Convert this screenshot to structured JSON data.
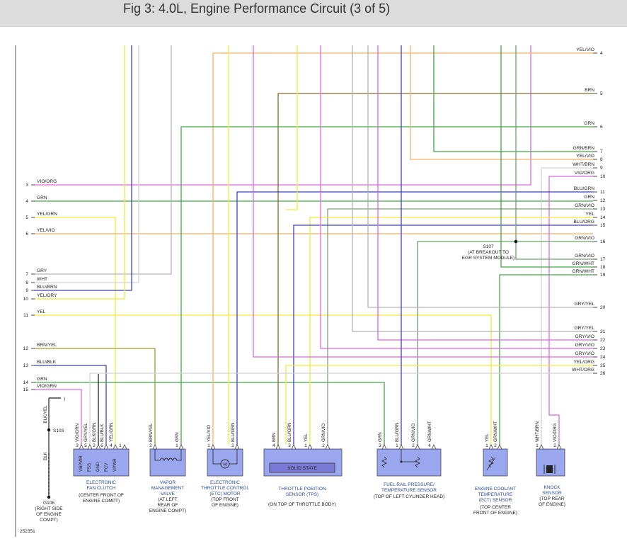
{
  "title": "Fig 3: 4.0L, Engine Performance Circuit (3 of 5)",
  "figure_id": "252351",
  "colors": {
    "VIO": "#e066e0",
    "GRY": "#b3b3b3",
    "WHT": "#d2d2d2",
    "BLU": "#3f3fc4",
    "YEL": "#f0ec3c",
    "ORG": "#f8b060",
    "BRN": "#8a6a2e",
    "GRN": "#42a742",
    "BLK": "#222222",
    "block": "#9aa6ee",
    "solid": "#7a7ad6"
  },
  "left_wires": [
    {
      "n": "3",
      "label": "VIO/ORG"
    },
    {
      "n": "4",
      "label": "GRN"
    },
    {
      "n": "5",
      "label": "YEL/GRN"
    },
    {
      "n": "6",
      "label": "YEL/VIO"
    },
    {
      "n": "7",
      "label": "GRY"
    },
    {
      "n": "8",
      "label": "WHT"
    },
    {
      "n": "9",
      "label": "BLU/BRN"
    },
    {
      "n": "10",
      "label": "YEL/GRY"
    },
    {
      "n": "11",
      "label": "YEL"
    },
    {
      "n": "12",
      "label": "BRN/YEL"
    },
    {
      "n": "13",
      "label": "BLU/BLK"
    },
    {
      "n": "14",
      "label": "GRN"
    },
    {
      "n": "15",
      "label": "VIO/GRN"
    }
  ],
  "right_wires": [
    {
      "n": "4",
      "label": "YEL/VIO"
    },
    {
      "n": "5",
      "label": "BRN"
    },
    {
      "n": "6",
      "label": "GRN"
    },
    {
      "n": "7",
      "label": "GRN/BRN"
    },
    {
      "n": "8",
      "label": "YEL/VIO"
    },
    {
      "n": "9",
      "label": "WHT/BRN"
    },
    {
      "n": "10",
      "label": "VIO/ORG"
    },
    {
      "n": "11",
      "label": "BLU/GRN"
    },
    {
      "n": "12",
      "label": "GRN"
    },
    {
      "n": "13",
      "label": "GRN/VIO"
    },
    {
      "n": "14",
      "label": "YEL"
    },
    {
      "n": "15",
      "label": "BLU/ORG"
    },
    {
      "n": "16",
      "label": "GRN/VIO"
    },
    {
      "n": "17",
      "label": "GRN/VIO"
    },
    {
      "n": "18",
      "label": "GRN/WHT"
    },
    {
      "n": "19",
      "label": "GRN/WHT"
    },
    {
      "n": "20",
      "label": "GRY/YEL"
    },
    {
      "n": "21",
      "label": "GRY/YEL"
    },
    {
      "n": "22",
      "label": "GRY/VIO"
    },
    {
      "n": "23",
      "label": "GRY/VIO"
    },
    {
      "n": "24",
      "label": "GRY/VIO"
    },
    {
      "n": "25",
      "label": "YEL/ORG"
    },
    {
      "n": "26",
      "label": "WHT/ORG"
    }
  ],
  "splices": {
    "s107": [
      "S107",
      "(AT BREAKOUT TO",
      "EGR SYSTEM MODULE)"
    ],
    "s103": "S103",
    "g106": [
      "G106",
      "(RIGHT SIDE",
      "OF ENGINE",
      "COMPT)"
    ],
    "blk": "BLK",
    "blk_yel": "BLK/YEL"
  },
  "fan": {
    "caption": [
      "ELECTRONIC",
      "FAN CLUTCH"
    ],
    "sub": [
      "(CENTER FRONT OF",
      "ENGINE COMPT)"
    ],
    "pin_nums": [
      "3",
      "5",
      "2",
      "6",
      "4",
      "1"
    ],
    "wires": [
      "VIO/GRN",
      "GRY/YEL",
      "BLK/GRN",
      "BLU/BLK",
      "YEL/GRN",
      ""
    ],
    "inside": [
      "VBPWR",
      "FSS",
      "GND",
      "FCV",
      "VPWR"
    ]
  },
  "vmv": {
    "caption": [
      "VAPOR",
      "MANAGEMENT",
      "VALVE"
    ],
    "sub": [
      "(AT LEFT",
      "REAR OF",
      "ENGINE COMPT)"
    ],
    "pin_nums": [
      "2",
      "1"
    ],
    "wires": [
      "BRN/YEL",
      "GRN"
    ]
  },
  "etc": {
    "caption": [
      "ELECTRONIC",
      "THROTTLE CONTROL",
      "(ETC) MOTOR"
    ],
    "sub": [
      "(TOP FRONT",
      "OF ENGINE)"
    ],
    "pin_nums": [
      "1",
      "2"
    ],
    "wires": [
      "YEL/VIO",
      "BLU/GRN"
    ]
  },
  "tps": {
    "caption": [
      "THROTTLE POSITION",
      "SENSOR (TPS)"
    ],
    "sub": "(ON TOP OF THROTTLE BODY)",
    "inside": "SOLID STATE",
    "pin_nums": [
      "4",
      "3",
      "1",
      "2"
    ],
    "wires": [
      "BRN",
      "BLU/GRN",
      "YEL",
      "GRN/VIO"
    ]
  },
  "frp": {
    "caption": [
      "FUEL RAIL PRESSURE/",
      "TEMPERATURE SENSOR"
    ],
    "sub": "(TOP OF LEFT CYLINDER HEAD)",
    "pin_nums": [
      "3",
      "1",
      "2",
      "4"
    ],
    "wires": [
      "GRN",
      "BLU/GRN",
      "GRN/VIO",
      "GRN/WHT"
    ]
  },
  "ect": {
    "caption": [
      "ENGINE COOLANT",
      "TEMPERATURE",
      "(ECT) SENSOR"
    ],
    "sub": [
      "(TOP CENTER",
      "FRONT OF ENGINE)"
    ],
    "pin_nums": [
      "1",
      "2"
    ],
    "wires": [
      "YEL",
      "GRN/WHT"
    ]
  },
  "knock": {
    "caption": [
      "KNOCK",
      "SENSOR"
    ],
    "sub": [
      "(TOP REAR",
      "OF ENGINE)"
    ],
    "pin_nums": [
      "1",
      "2"
    ],
    "wires": [
      "WHT/BRN",
      "VIO/ORG"
    ]
  }
}
